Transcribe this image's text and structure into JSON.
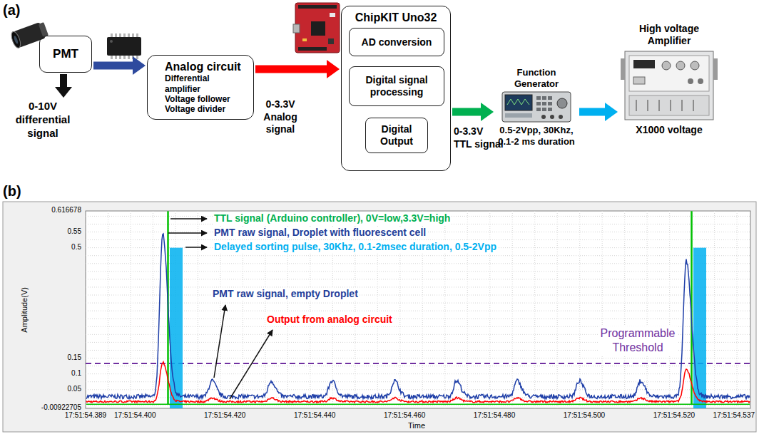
{
  "diagram": {
    "nodes": [
      {
        "text": [
          "PMT"
        ]
      },
      {
        "text": [
          "Analog circuit",
          "Differential amplifier",
          "Voltage follower",
          "Voltage divider"
        ]
      },
      {
        "text": [
          "ChipKIT Uno32"
        ]
      },
      {
        "text": [
          "AD conversion"
        ],
        "in": 2
      },
      {
        "text": [
          "Digital signal processing"
        ],
        "in": 2
      },
      {
        "text": [
          "Digital Output"
        ],
        "in": 2
      },
      {
        "text": [
          "Function Generator",
          "0.5-2Vpp, 30Khz, 0.1-2 ms duration"
        ]
      },
      {
        "text": [
          "High voltage Amplifier",
          "X1000 voltage"
        ]
      }
    ],
    "edges": [
      {
        "from": 0,
        "to": 1,
        "arrow": "to"
      },
      {
        "from": 1,
        "to": 2,
        "arrow": "to"
      },
      {
        "from": 2,
        "to": 6,
        "arrow": "to"
      },
      {
        "from": 6,
        "to": 7,
        "arrow": "to"
      }
    ],
    "labels": [
      "(a)",
      "0-10V differential signal",
      "0-3.3V Analog signal",
      "0-3.3V",
      "TTL signal",
      "(b)",
      "TTL signal (Arduino controller), 0V=low,3.3V=high",
      "PMT raw signal, Droplet with fluorescent cell",
      "Delayed sorting pulse, 30Khz, 0.1-2msec duration, 0.5-2Vpp",
      "PMT raw signal, empty Droplet",
      "Output from analog circuit",
      "Programmable Threshold",
      "Amplitude(V)",
      "Time",
      "0.616678",
      "0.55",
      "0.5",
      "0.15",
      "0.1",
      "0.05",
      "-0.00922705",
      "17:51:54.389",
      "17:51:54.400",
      "17:51:54.420",
      "17:51:54.440",
      "17:51:54.460",
      "17:51:54.480",
      "17:51:54.500",
      "17:51:54.520",
      "17:51:54.537"
    ]
  }
}
